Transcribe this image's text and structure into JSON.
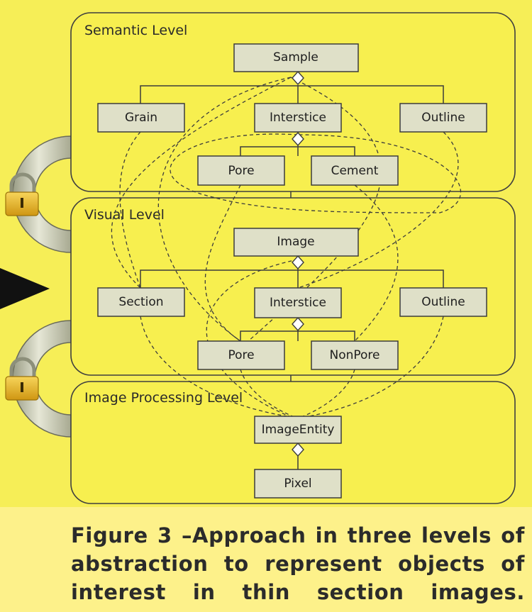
{
  "levels": {
    "semantic": "Semantic Level",
    "visual": "Visual Level",
    "processing": "Image Processing Level"
  },
  "semantic_nodes": {
    "sample": "Sample",
    "grain": "Grain",
    "interstice": "Interstice",
    "outline": "Outline",
    "pore": "Pore",
    "cement": "Cement"
  },
  "visual_nodes": {
    "image": "Image",
    "section": "Section",
    "interstice": "Interstice",
    "outline": "Outline",
    "pore": "Pore",
    "nonpore": "NonPore"
  },
  "processing_nodes": {
    "image_entity": "ImageEntity",
    "pixel": "Pixel"
  },
  "caption": {
    "line1": "Figure 3 –Approach in three levels of",
    "line2": "abstraction to represent objects of",
    "line3": "interest in thin section images."
  },
  "colors": {
    "panel_fill": "#f7ef4f",
    "node_fill": "#dfe0c8",
    "page_background": "#fdf18a",
    "lock_gold": "#e6b21c"
  },
  "icons": [
    "lock-icon",
    "arrow-right-icon"
  ]
}
